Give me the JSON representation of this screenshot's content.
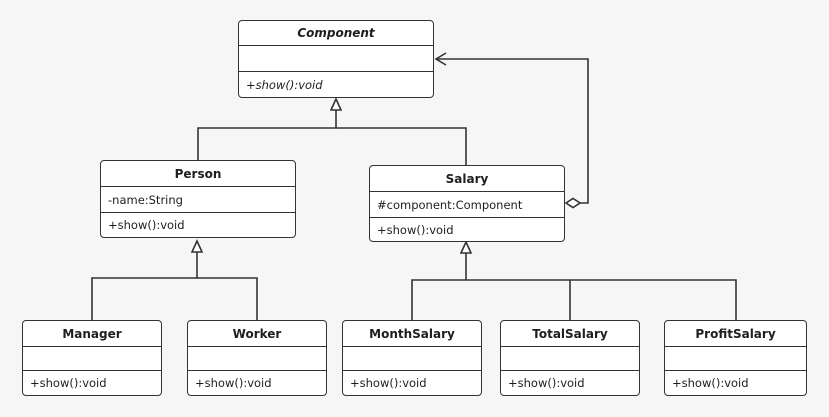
{
  "classes": {
    "component": {
      "name": "Component",
      "attribute": "",
      "operation": "+show():void"
    },
    "person": {
      "name": "Person",
      "attribute": "-name:String",
      "operation": "+show():void"
    },
    "salary": {
      "name": "Salary",
      "attribute": "#component:Component",
      "operation": "+show():void"
    },
    "manager": {
      "name": "Manager",
      "attribute": "",
      "operation": "+show():void"
    },
    "worker": {
      "name": "Worker",
      "attribute": "",
      "operation": "+show():void"
    },
    "month_salary": {
      "name": "MonthSalary",
      "attribute": "",
      "operation": "+show():void"
    },
    "total_salary": {
      "name": "TotalSalary",
      "attribute": "",
      "operation": "+show():void"
    },
    "profit_salary": {
      "name": "ProfitSalary",
      "attribute": "",
      "operation": "+show():void"
    }
  },
  "relationships": [
    {
      "type": "generalization",
      "from": "Person",
      "to": "Component"
    },
    {
      "type": "generalization",
      "from": "Salary",
      "to": "Component"
    },
    {
      "type": "generalization",
      "from": "Manager",
      "to": "Person"
    },
    {
      "type": "generalization",
      "from": "Worker",
      "to": "Person"
    },
    {
      "type": "generalization",
      "from": "MonthSalary",
      "to": "Salary"
    },
    {
      "type": "generalization",
      "from": "TotalSalary",
      "to": "Salary"
    },
    {
      "type": "generalization",
      "from": "ProfitSalary",
      "to": "Salary"
    },
    {
      "type": "aggregation",
      "from": "Salary",
      "to": "Component"
    }
  ]
}
